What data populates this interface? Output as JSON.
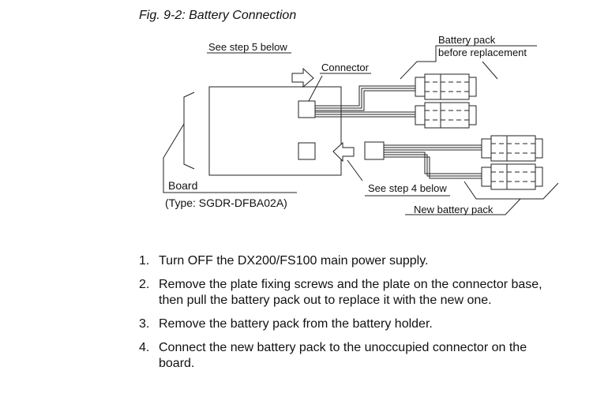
{
  "figure": {
    "caption": "Fig. 9-2: Battery Connection",
    "labels": {
      "see_step5": "See step 5 below",
      "connector": "Connector",
      "battery_before_line1": "Battery pack",
      "battery_before_line2": "before replacement",
      "board": "Board",
      "board_type": "(Type: SGDR-DFBA02A)",
      "see_step4": "See step 4 below",
      "new_battery": "New battery pack"
    }
  },
  "steps": [
    {
      "num": "1.",
      "line1": "Turn OFF the DX200/FS100 main power supply.",
      "line2": ""
    },
    {
      "num": "2.",
      "line1": "Remove the plate fixing screws and the plate on the connector base,",
      "line2": "then pull the battery pack out to replace it with the new one."
    },
    {
      "num": "3.",
      "line1": "Remove the battery pack from the battery holder.",
      "line2": ""
    },
    {
      "num": "4.",
      "line1": "Connect the new battery pack to the unoccupied connector on the",
      "line2": "board."
    }
  ]
}
